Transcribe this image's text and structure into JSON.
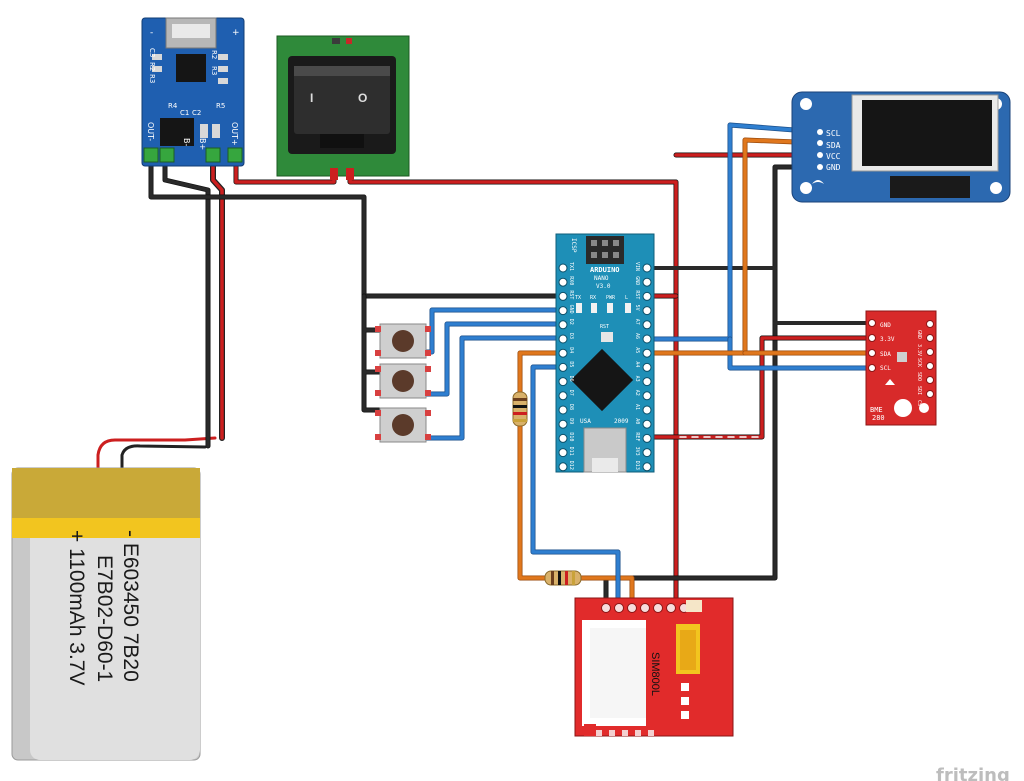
{
  "battery": {
    "line1": "- E603450 7B20",
    "line2": "E7B02-D60-1",
    "line3": "+ 1100mAh 3.7V"
  },
  "charger": {
    "top_labels": [
      "R2",
      "R3"
    ],
    "left_labels": [
      "C3",
      "R2",
      "R3"
    ],
    "mid_labels": [
      "R4",
      "R5",
      "C1",
      "C2"
    ],
    "bottom_labels": [
      "OUT-",
      "B-",
      "B+",
      "OUT+"
    ],
    "minus": "-",
    "plus": "+"
  },
  "switch": {
    "on_symbol": "I",
    "off_symbol": "O"
  },
  "arduino": {
    "title": "ARDUINO",
    "subtitle": "NANO",
    "version": "V3.0",
    "icsp": "ICSP",
    "leds": [
      "TX",
      "RX",
      "PWR",
      "L"
    ],
    "rst": "RST",
    "country": "USA",
    "year": "2009",
    "left_pins": [
      "D12",
      "D11",
      "D10",
      "D9",
      "D8",
      "D7",
      "D6",
      "D5",
      "D4",
      "D3",
      "D2",
      "GND",
      "RST",
      "RX0",
      "TX1"
    ],
    "right_pins": [
      "VIN",
      "GND",
      "RST",
      "5V",
      "A7",
      "A6",
      "A5",
      "A4",
      "A3",
      "A2",
      "A1",
      "A0",
      "REF",
      "3V3",
      "D13"
    ]
  },
  "oled": {
    "pins": [
      "SCL",
      "SDA",
      "VCC",
      "GND"
    ]
  },
  "bme280": {
    "left_pins": [
      "GND",
      "3.3V",
      "SDA",
      "SCL"
    ],
    "right_pins": [
      "GND",
      "3.3V",
      "SCK",
      "SDO",
      "SDI",
      "CS"
    ],
    "name_line1": "BME",
    "name_line2": "280"
  },
  "sim800l": {
    "label": "SIM800L"
  },
  "watermark": "fritzing",
  "colors": {
    "wire_red": "#cc1f1f",
    "wire_black": "#222222",
    "wire_blue": "#2f7fd0",
    "wire_orange": "#e0771d",
    "board_blue": "#1f5fb0",
    "arduino_teal": "#1e8fb7",
    "oled_blue": "#2c69b0",
    "sparkfun_red": "#d82a2a",
    "sim_red": "#e12b2b",
    "switch_green": "#2f8a3a"
  }
}
